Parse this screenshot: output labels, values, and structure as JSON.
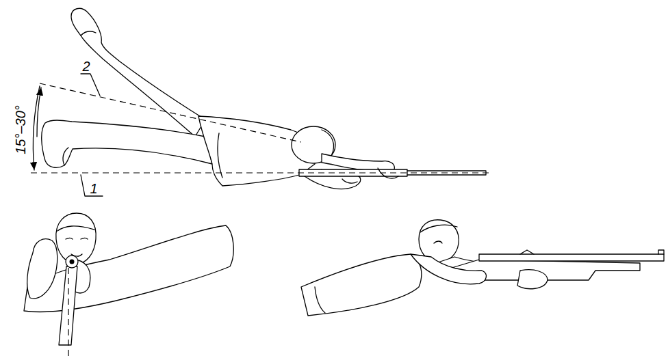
{
  "diagram": {
    "labels": [
      "15°–30°",
      "2",
      "1"
    ]
  }
}
